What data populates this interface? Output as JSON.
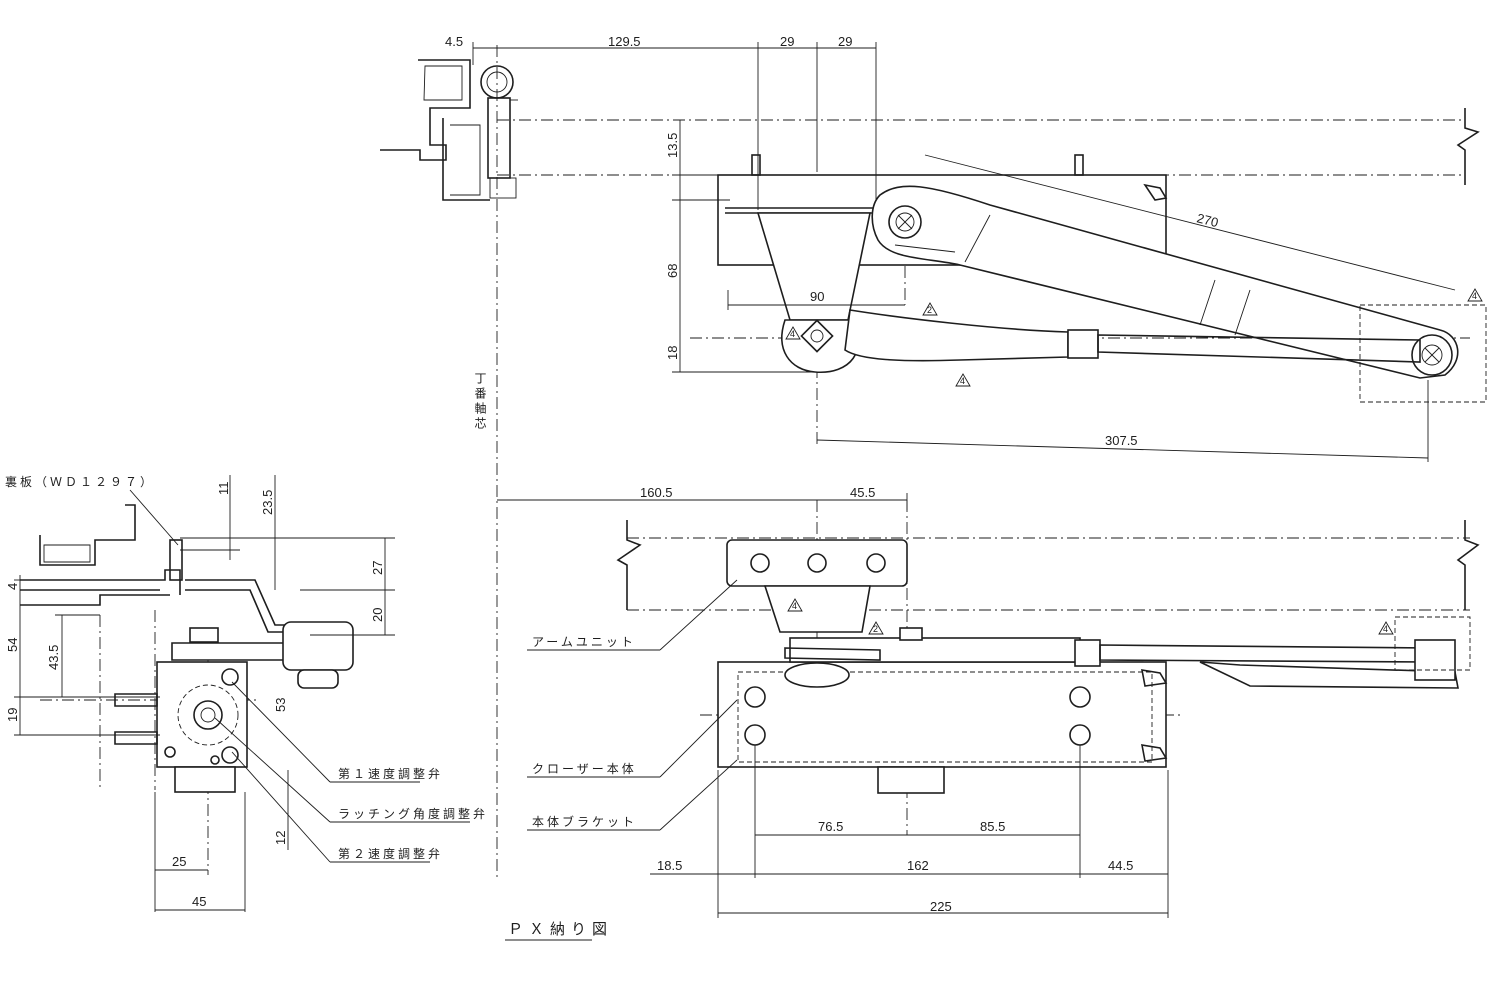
{
  "title": "ＰＸ納り図",
  "labels": {
    "back_plate": "裏板（ＷＤ１２９７）",
    "hinge_axis": "丁番軸芯",
    "arm_unit": "アームユニット",
    "closer_body": "クローザー本体",
    "body_bracket": "本体ブラケット",
    "speed_valve_1": "第１速度調整弁",
    "latching_valve": "ラッチング角度調整弁",
    "speed_valve_2": "第２速度調整弁"
  },
  "revision_mark": "4",
  "revision_mark_2": "2",
  "dimensions": {
    "top": {
      "d4_5": "4.5",
      "d129_5": "129.5",
      "d29a": "29",
      "d29b": "29",
      "d13_5": "13.5",
      "d68": "68",
      "d18": "18",
      "d90": "90",
      "d270": "270",
      "d307_5": "307.5"
    },
    "front": {
      "d160_5": "160.5",
      "d45_5": "45.5",
      "d76_5": "76.5",
      "d85_5": "85.5",
      "d18_5": "18.5",
      "d162": "162",
      "d44_5": "44.5",
      "d225": "225"
    },
    "side": {
      "d11": "11",
      "d23_5": "23.5",
      "d27": "27",
      "d20": "20",
      "d4": "4",
      "d54": "54",
      "d43_5": "43.5",
      "d19": "19",
      "d53": "53",
      "d12": "12",
      "d25": "25",
      "d45": "45"
    }
  }
}
